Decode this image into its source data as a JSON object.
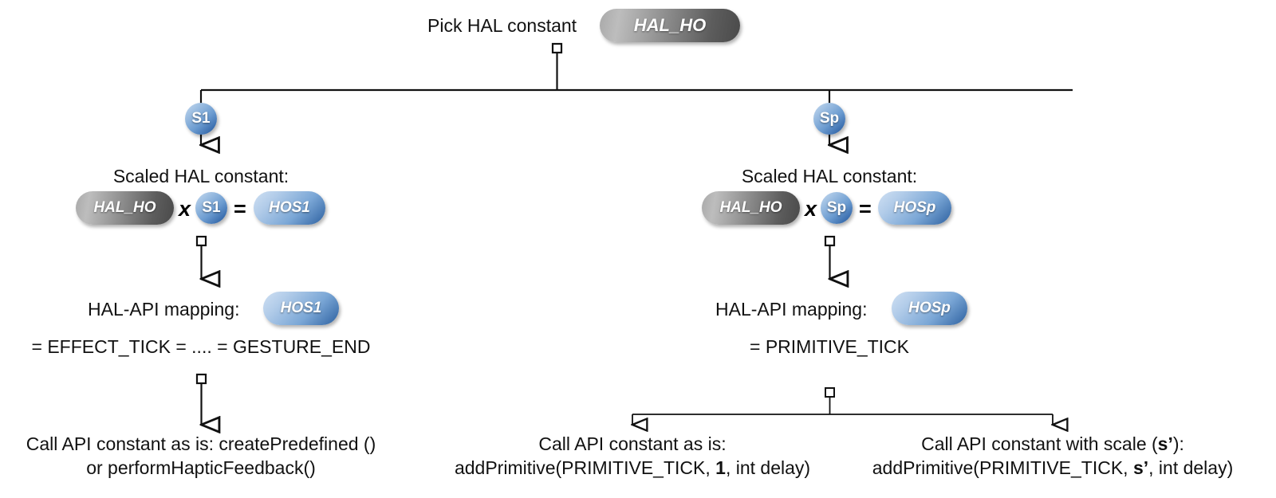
{
  "diagram": {
    "title_label": "Pick HAL constant",
    "root_pill": "HAL_HO",
    "branch_left_label": "S1",
    "branch_right_label": "Sp",
    "left": {
      "scaled_caption": "Scaled HAL constant:",
      "eq_operand_a": "HAL_HO",
      "eq_times": "x",
      "eq_operand_b": "S1",
      "eq_equals": "=",
      "eq_result": "HOS1",
      "mapping_caption": "HAL-API mapping:",
      "mapping_pill": "HOS1",
      "mapping_value": "= EFFECT_TICK = .... = GESTURE_END",
      "call_line1": "Call API constant as is: createPredefined ()",
      "call_line2": "or performHapticFeedback()"
    },
    "right": {
      "scaled_caption": "Scaled HAL constant:",
      "eq_operand_a": "HAL_HO",
      "eq_times": "x",
      "eq_operand_b": "Sp",
      "eq_equals": "=",
      "eq_result": "HOSp",
      "mapping_caption": "HAL-API mapping:",
      "mapping_pill": "HOSp",
      "mapping_value": "= PRIMITIVE_TICK",
      "leaf_a_line1": "Call API constant as is:",
      "leaf_a_line2_pre": "addPrimitive(PRIMITIVE_TICK, ",
      "leaf_a_line2_bold": "1",
      "leaf_a_line2_post": ", int delay)",
      "leaf_b_line1_pre": "Call API constant with scale (",
      "leaf_b_line1_bold": "s’",
      "leaf_b_line1_post": "):",
      "leaf_b_line2_pre": "addPrimitive(PRIMITIVE_TICK, ",
      "leaf_b_line2_bold": "s’",
      "leaf_b_line2_post": ", int delay)"
    },
    "colors": {
      "line": "#1a1a1a",
      "text": "#111111",
      "pill_gray_dark": "#4a4a4a",
      "pill_gray_light": "#bdbdbd",
      "pill_blue_dark": "#2f5d96",
      "pill_blue_light": "#cfe0f3"
    }
  }
}
